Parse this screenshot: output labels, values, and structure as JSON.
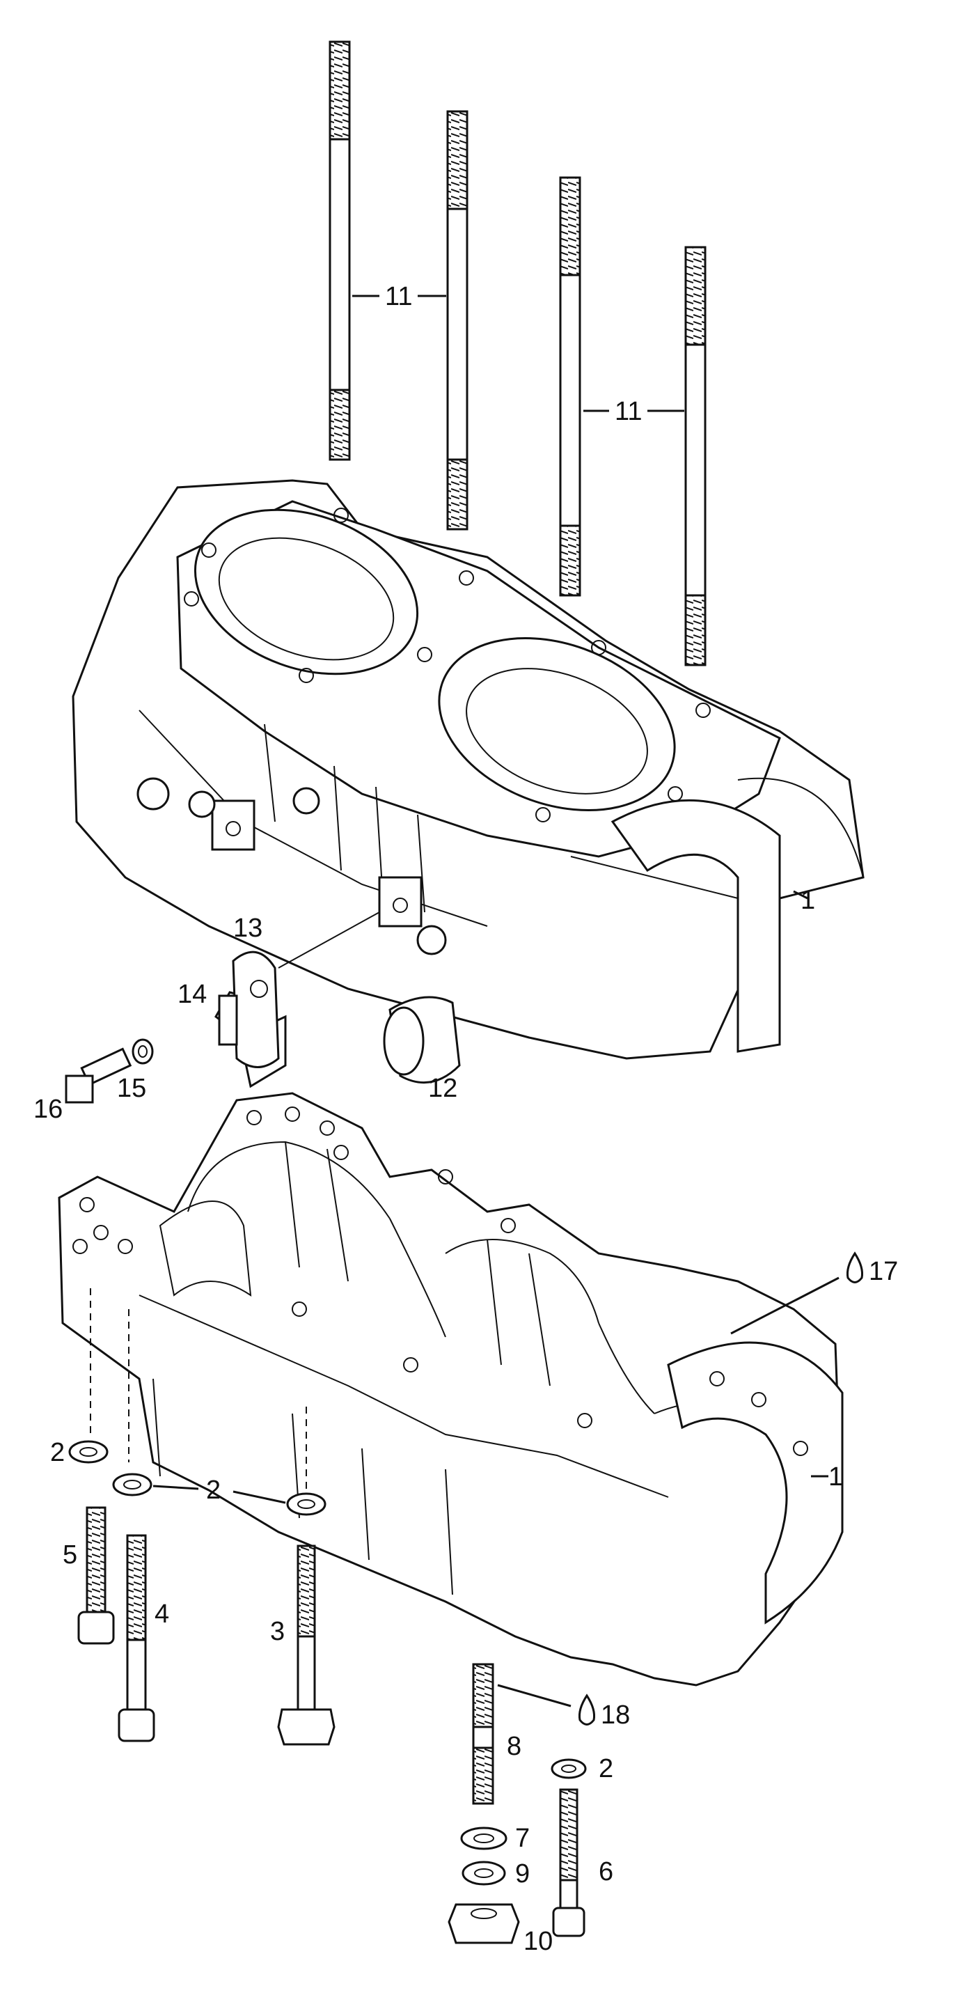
{
  "callouts": {
    "c1a": "1",
    "c1b": "1",
    "c2a": "2",
    "c2b": "2",
    "c2c": "2",
    "c3": "3",
    "c4": "4",
    "c5": "5",
    "c6": "6",
    "c7": "7",
    "c8": "8",
    "c9": "9",
    "c10": "10",
    "c11a": "11",
    "c11b": "11",
    "c12": "12",
    "c13": "13",
    "c14": "14",
    "c15": "15",
    "c16": "16",
    "c17": "17",
    "c18": "18"
  },
  "colors": {
    "ink": "#111111",
    "paper": "#ffffff"
  },
  "icons": {
    "lubricant": "drop-icon"
  }
}
